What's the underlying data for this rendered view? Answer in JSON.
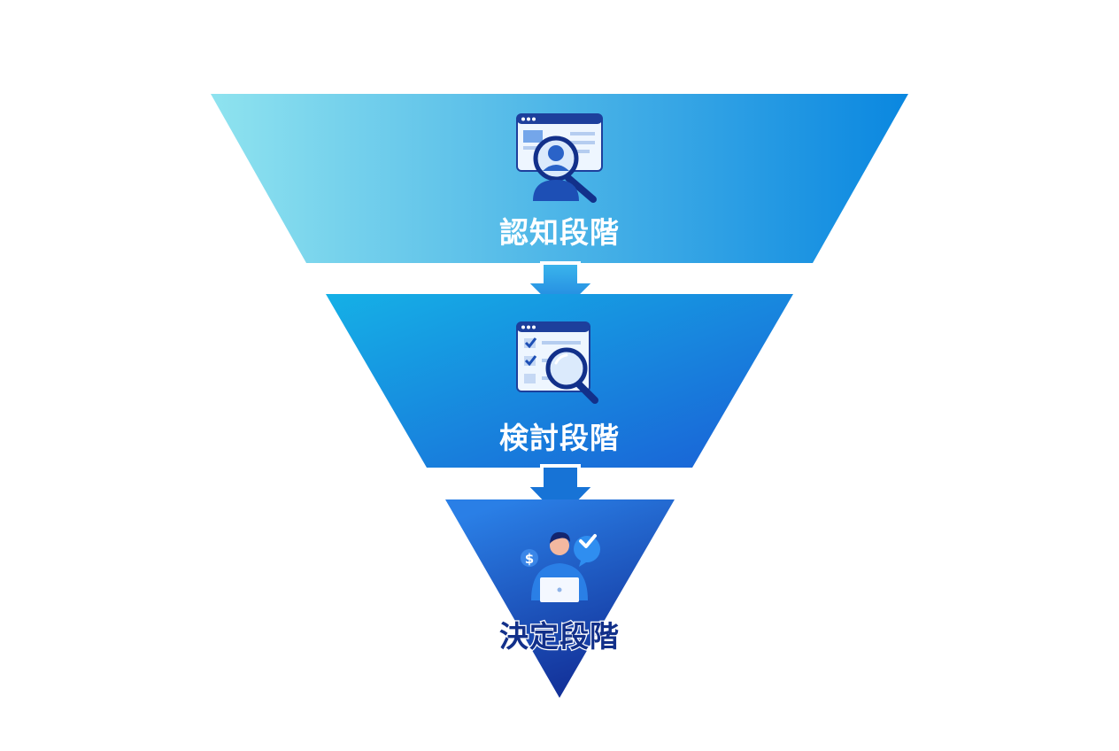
{
  "stages": [
    {
      "label": "認知段階",
      "icon": "search-user-icon",
      "label_color": "#ffffff"
    },
    {
      "label": "検討段階",
      "icon": "checklist-magnifier-icon",
      "label_color": "#ffffff"
    },
    {
      "label": "決定段階",
      "icon": "person-laptop-decision-icon",
      "label_color": "#12308a"
    }
  ],
  "colors": {
    "stage1_start": "#8fe3ef",
    "stage1_end": "#0a87e0",
    "stage2_start": "#15b0e6",
    "stage2_end": "#1a5fd6",
    "stage3_start": "#2a7fe6",
    "stage3_end": "#112a92",
    "arrow": "#1a8fe0"
  }
}
